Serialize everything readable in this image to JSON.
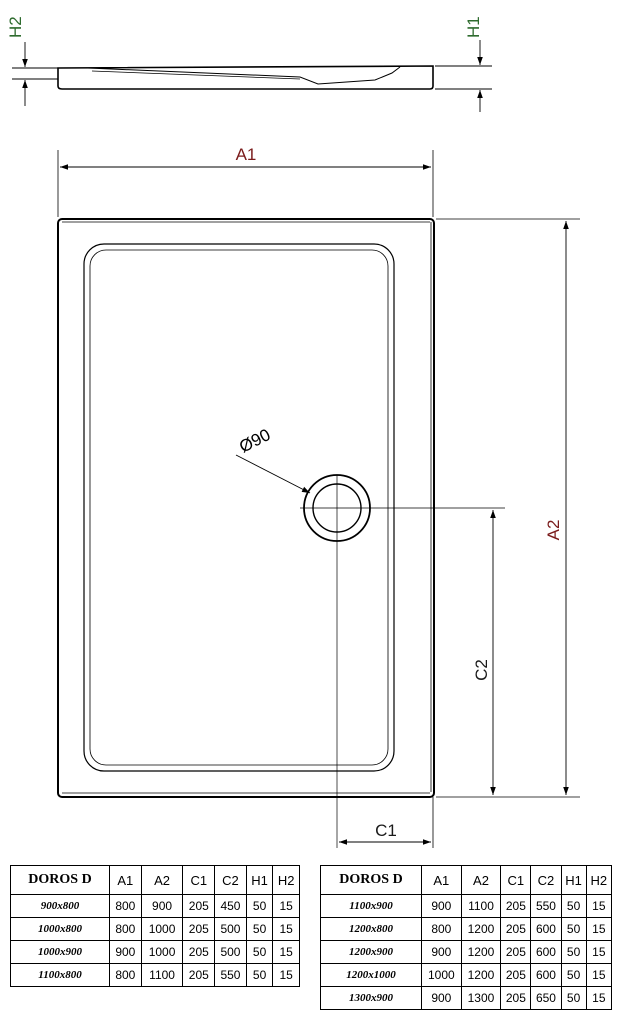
{
  "labels": {
    "a1": "A1",
    "a2": "A2",
    "c1": "C1",
    "c2": "C2",
    "h1": "H1",
    "h2": "H2",
    "drain": "Ø90"
  },
  "colors": {
    "a_labels": "#7a1a1a",
    "h_labels": "#2e6b2e",
    "lines": "#000000"
  },
  "tables": [
    {
      "headers": [
        "DOROS D",
        "A1",
        "A2",
        "C1",
        "C2",
        "H1",
        "H2"
      ],
      "rows": [
        [
          "900x800",
          "800",
          "900",
          "205",
          "450",
          "50",
          "15"
        ],
        [
          "1000x800",
          "800",
          "1000",
          "205",
          "500",
          "50",
          "15"
        ],
        [
          "1000x900",
          "900",
          "1000",
          "205",
          "500",
          "50",
          "15"
        ],
        [
          "1100x800",
          "800",
          "1100",
          "205",
          "550",
          "50",
          "15"
        ]
      ]
    },
    {
      "headers": [
        "DOROS D",
        "A1",
        "A2",
        "C1",
        "C2",
        "H1",
        "H2"
      ],
      "rows": [
        [
          "1100x900",
          "900",
          "1100",
          "205",
          "550",
          "50",
          "15"
        ],
        [
          "1200x800",
          "800",
          "1200",
          "205",
          "600",
          "50",
          "15"
        ],
        [
          "1200x900",
          "900",
          "1200",
          "205",
          "600",
          "50",
          "15"
        ],
        [
          "1200x1000",
          "1000",
          "1200",
          "205",
          "600",
          "50",
          "15"
        ],
        [
          "1300x900",
          "900",
          "1300",
          "205",
          "650",
          "50",
          "15"
        ]
      ]
    }
  ]
}
